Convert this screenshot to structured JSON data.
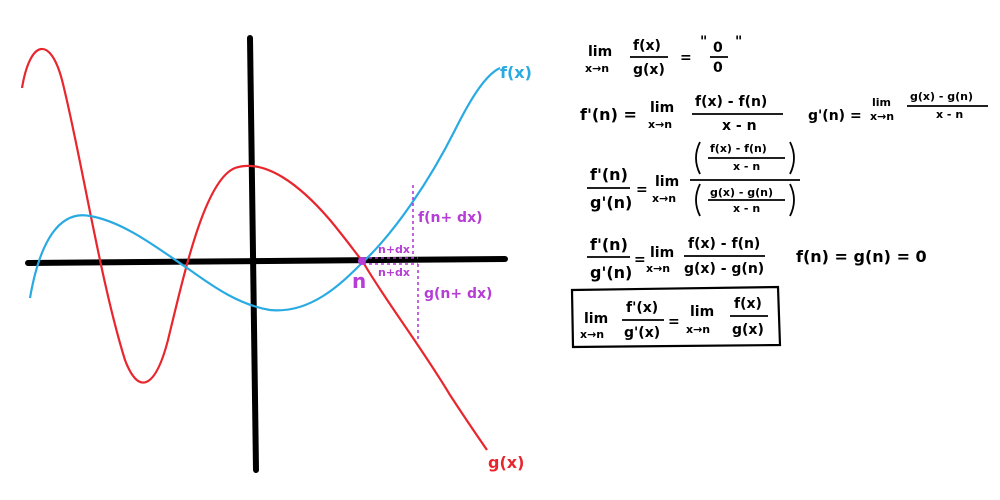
{
  "colors": {
    "f": "#29aae2",
    "g": "#e8262d",
    "accent": "#b63dd6",
    "ink": "#000000"
  },
  "graph": {
    "f_label": "f(x)",
    "g_label": "g(x)",
    "n_label": "n",
    "f_ndx_label": "f(n+ dx)",
    "g_ndx_label": "g(n+ dx)",
    "ndx_upper": "n+dx",
    "ndx_lower": "n+dx"
  },
  "equations": {
    "lim": "lim",
    "x_to_n": "x→n",
    "eq1": {
      "num": "f(x)",
      "den": "g(x)",
      "rhs_num": "0",
      "rhs_den": "0"
    },
    "eq2": {
      "fp_lhs": "f'(n) =",
      "fp_num": "f(x) - f(n)",
      "fp_den": "x - n",
      "gp_lhs": "g'(n) =",
      "gp_num": "g(x) - g(n)",
      "gp_den": "x - n"
    },
    "eq3": {
      "lhs_num": "f'(n)",
      "lhs_den": "g'(n)",
      "inner_top_num": "f(x) - f(n)",
      "inner_top_den": "x - n",
      "inner_bot_num": "g(x) - g(n)",
      "inner_bot_den": "x - n"
    },
    "eq4": {
      "lhs_num": "f'(n)",
      "lhs_den": "g'(n)",
      "rhs_num": "f(x) - f(n)",
      "rhs_den": "g(x) - g(n)",
      "cond": "f(n) = g(n) = 0"
    },
    "eq5": {
      "l_num": "f'(x)",
      "l_den": "g'(x)",
      "r_num": "f(x)",
      "r_den": "g(x)"
    }
  }
}
